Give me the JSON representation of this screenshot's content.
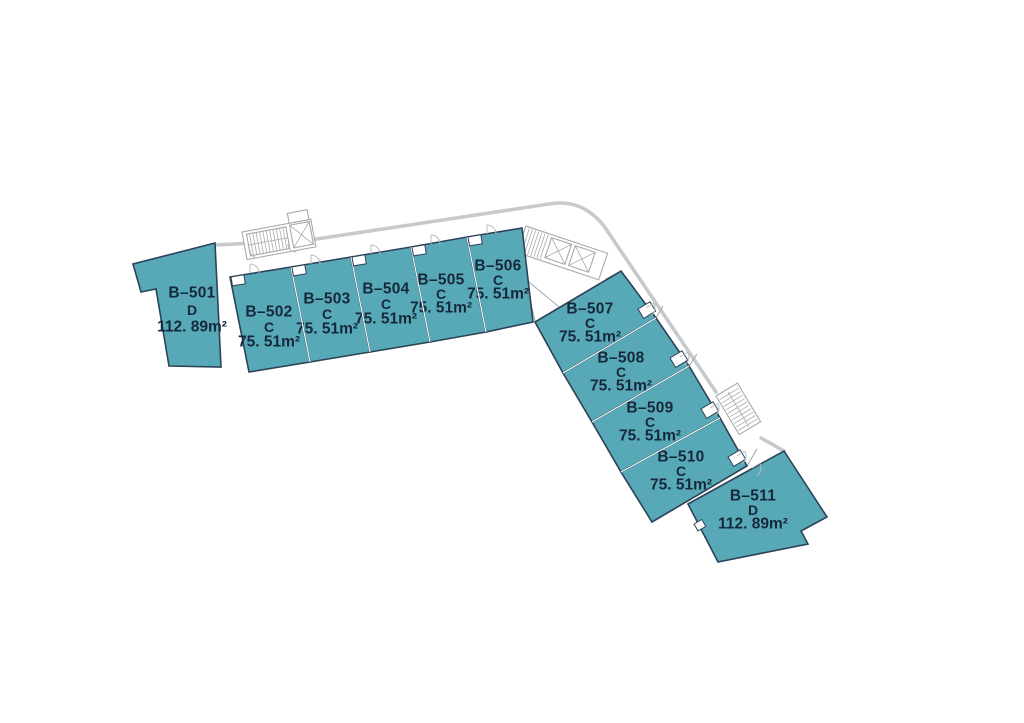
{
  "document": {
    "kind": "residential-floor-plan"
  },
  "colors": {
    "unit_fill": "#58a9b7",
    "unit_border": "#2c4257",
    "label_text": "#15283a",
    "structure_line": "#a6aaae",
    "background": "#ffffff"
  },
  "units": [
    {
      "id": "B–501",
      "type": "D",
      "area": "112. 89m²"
    },
    {
      "id": "B–502",
      "type": "C",
      "area": "75. 51m²"
    },
    {
      "id": "B–503",
      "type": "C",
      "area": "75. 51m²"
    },
    {
      "id": "B–504",
      "type": "C",
      "area": "75. 51m²"
    },
    {
      "id": "B–505",
      "type": "C",
      "area": "75. 51m²"
    },
    {
      "id": "B–506",
      "type": "C",
      "area": "75. 51m²"
    },
    {
      "id": "B–507",
      "type": "C",
      "area": "75. 51m²"
    },
    {
      "id": "B–508",
      "type": "C",
      "area": "75. 51m²"
    },
    {
      "id": "B–509",
      "type": "C",
      "area": "75. 51m²"
    },
    {
      "id": "B–510",
      "type": "C",
      "area": "75. 51m²"
    },
    {
      "id": "B–511",
      "type": "D",
      "area": "112. 89m²"
    }
  ]
}
